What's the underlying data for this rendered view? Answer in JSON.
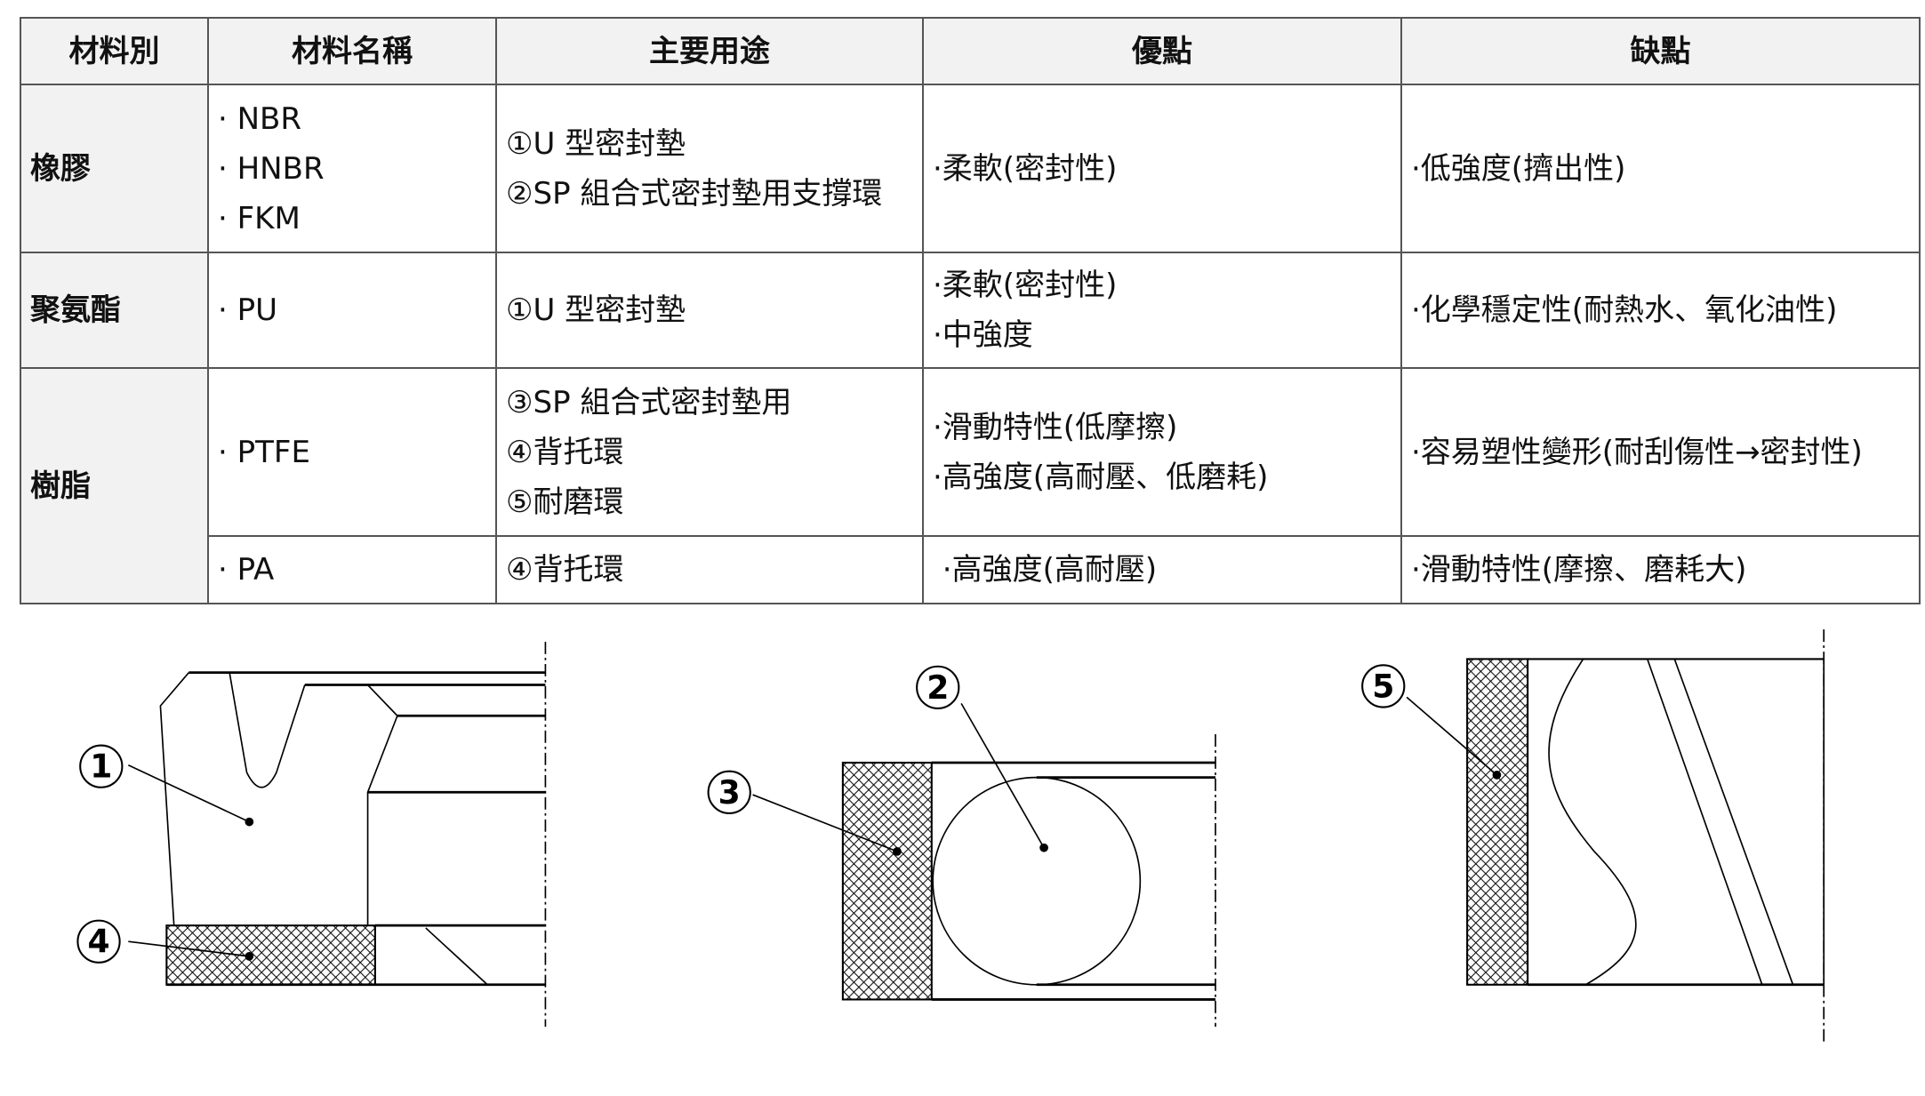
{
  "table": {
    "headers": [
      "材料別",
      "材料名稱",
      "主要用途",
      "優點",
      "缺點"
    ],
    "rows": [
      {
        "category": "橡膠",
        "names": [
          "· NBR",
          "· HNBR",
          "· FKM"
        ],
        "uses": [
          "①U 型密封墊",
          "②SP 組合式密封墊用支撐環"
        ],
        "pros": [
          "·柔軟(密封性)"
        ],
        "cons": [
          "·低強度(擠出性)"
        ]
      },
      {
        "category": "聚氨酯",
        "names": [
          "· PU"
        ],
        "uses": [
          "①U 型密封墊"
        ],
        "pros": [
          "·柔軟(密封性)",
          "·中強度"
        ],
        "cons": [
          "·化學穩定性(耐熱水、氧化油性)"
        ]
      },
      {
        "category": "樹脂",
        "names": [
          "· PTFE"
        ],
        "uses": [
          "③SP 組合式密封墊用",
          "④背托環",
          "⑤耐磨環"
        ],
        "pros": [
          "·滑動特性(低摩擦)",
          "·高強度(高耐壓、低磨耗)"
        ],
        "cons": [
          "·容易塑性變形(耐刮傷性→密封性)"
        ]
      },
      {
        "category": "樹脂",
        "names": [
          "· PA"
        ],
        "uses": [
          "④背托環"
        ],
        "pros": [
          " ·高強度(高耐壓)"
        ],
        "cons": [
          "·滑動特性(摩擦、磨耗大)"
        ]
      }
    ]
  },
  "diagrams": {
    "labels": [
      "1",
      "2",
      "3",
      "4",
      "5"
    ]
  }
}
